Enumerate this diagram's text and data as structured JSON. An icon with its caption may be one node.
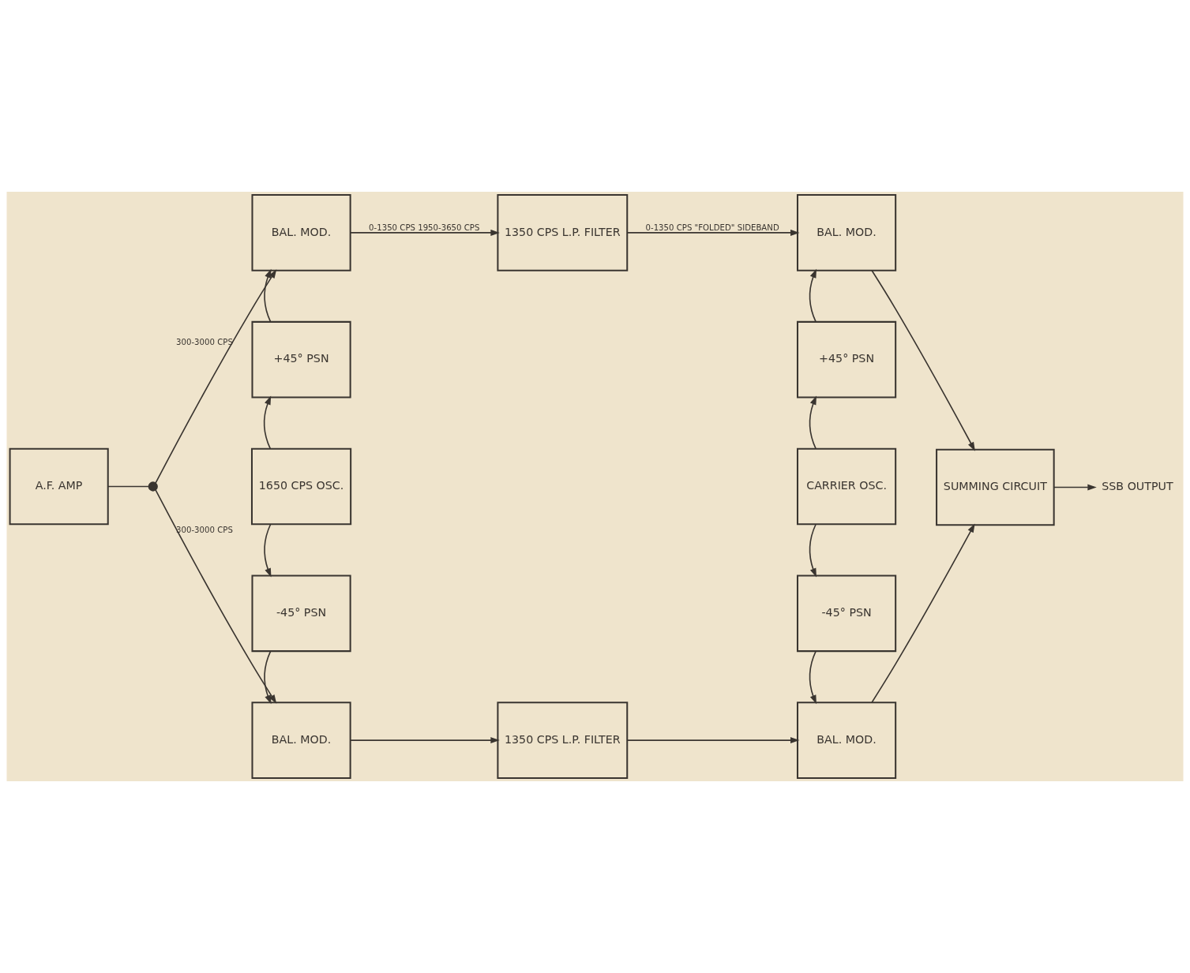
{
  "diagram": {
    "nodes": [
      {
        "text": [
          "A.F. AMP"
        ]
      },
      {
        "text": [],
        "shape": "circle"
      },
      {
        "text": [
          "BAL. MOD."
        ]
      },
      {
        "text": [
          "1350 CPS L.P. FILTER"
        ]
      },
      {
        "text": [
          "BAL. MOD."
        ]
      },
      {
        "text": [
          "+45° PSN"
        ]
      },
      {
        "text": [
          "1650 CPS OSC."
        ]
      },
      {
        "text": [
          "-45° PSN"
        ]
      },
      {
        "text": [
          "BAL. MOD."
        ]
      },
      {
        "text": [
          "1350 CPS L.P. FILTER"
        ]
      },
      {
        "text": [
          "BAL. MOD."
        ]
      },
      {
        "text": [
          "+45° PSN"
        ]
      },
      {
        "text": [
          "CARRIER OSC."
        ]
      },
      {
        "text": [
          "-45° PSN"
        ]
      },
      {
        "text": [
          "SUMMING CIRCUIT"
        ]
      },
      {
        "text": [
          "SSB OUTPUT"
        ]
      }
    ],
    "edges": [
      {
        "from": 0,
        "to": 1,
        "arrow": "none"
      },
      {
        "from": 1,
        "to": 2,
        "arrow": "to",
        "label": "300-3000 CPS"
      },
      {
        "from": 1,
        "to": 8,
        "arrow": "to",
        "label": "300-3000 CPS"
      },
      {
        "from": 2,
        "to": 3,
        "arrow": "to",
        "label": "0-1350 CPS 1950-3650 CPS"
      },
      {
        "from": 3,
        "to": 4,
        "arrow": "to",
        "label": "0-1350 CPS \"FOLDED\" SIDEBAND"
      },
      {
        "from": 5,
        "to": 2,
        "arrow": "to"
      },
      {
        "from": 6,
        "to": 5,
        "arrow": "to"
      },
      {
        "from": 6,
        "to": 7,
        "arrow": "to"
      },
      {
        "from": 7,
        "to": 8,
        "arrow": "to"
      },
      {
        "from": 8,
        "to": 9,
        "arrow": "to"
      },
      {
        "from": 9,
        "to": 10,
        "arrow": "to"
      },
      {
        "from": 11,
        "to": 4,
        "arrow": "to"
      },
      {
        "from": 12,
        "to": 11,
        "arrow": "to"
      },
      {
        "from": 12,
        "to": 13,
        "arrow": "to"
      },
      {
        "from": 13,
        "to": 10,
        "arrow": "to"
      },
      {
        "from": 4,
        "to": 14,
        "arrow": "to"
      },
      {
        "from": 10,
        "to": 14,
        "arrow": "to"
      },
      {
        "from": 14,
        "to": 15,
        "arrow": "to"
      }
    ]
  }
}
